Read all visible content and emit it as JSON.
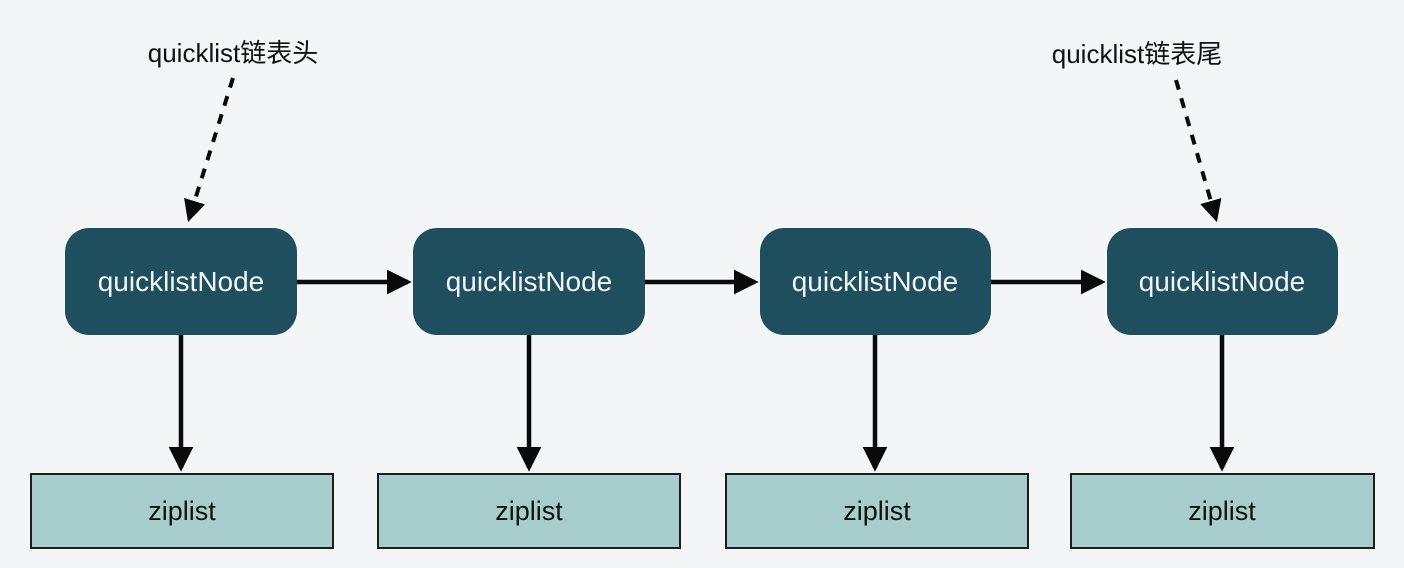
{
  "diagram": {
    "annotations": {
      "head": "quicklist链表头",
      "tail": "quicklist链表尾"
    },
    "nodes": [
      {
        "label": "quicklistNode"
      },
      {
        "label": "quicklistNode"
      },
      {
        "label": "quicklistNode"
      },
      {
        "label": "quicklistNode"
      }
    ],
    "ziplists": [
      {
        "label": "ziplist"
      },
      {
        "label": "ziplist"
      },
      {
        "label": "ziplist"
      },
      {
        "label": "ziplist"
      }
    ],
    "colors": {
      "background": "#f4f5f6",
      "node_fill": "#1f4e5e",
      "node_text": "#f0f4f4",
      "ziplist_fill": "#a7cecd",
      "ziplist_border": "#1d1d1d",
      "arrow": "#0a0a0a",
      "annotation_text": "#111111"
    }
  }
}
